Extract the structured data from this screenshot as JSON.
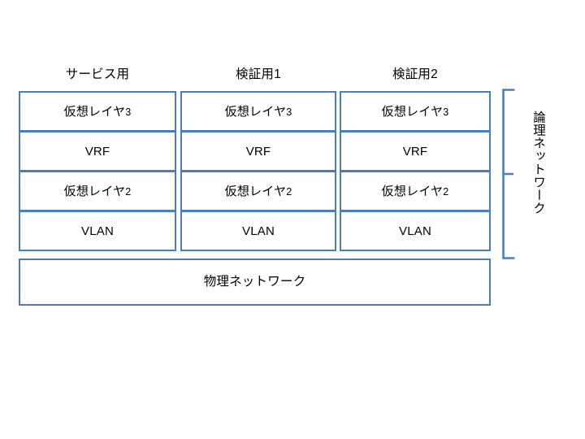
{
  "diagram": {
    "title": "Network virtualization layer stack",
    "background_color": "#FFFFFF",
    "border_color": "#4A7EBB",
    "text_color": "#000000",
    "columns": [
      {
        "id": "service",
        "header": "サービス用",
        "layers": [
          {
            "label": "仮想レイヤ3",
            "base": "仮想レイヤ",
            "num": "3"
          },
          {
            "label": "VRF",
            "base": "VRF",
            "num": ""
          },
          {
            "label": "仮想レイヤ2",
            "base": "仮想レイヤ",
            "num": "2"
          },
          {
            "label": "VLAN",
            "base": "VLAN",
            "num": ""
          }
        ]
      },
      {
        "id": "verify1",
        "header": "検証用1",
        "layers": [
          {
            "label": "仮想レイヤ3",
            "base": "仮想レイヤ",
            "num": "3"
          },
          {
            "label": "VRF",
            "base": "VRF",
            "num": ""
          },
          {
            "label": "仮想レイヤ2",
            "base": "仮想レイヤ",
            "num": "2"
          },
          {
            "label": "VLAN",
            "base": "VLAN",
            "num": ""
          }
        ]
      },
      {
        "id": "verify2",
        "header": "検証用2",
        "layers": [
          {
            "label": "仮想レイヤ3",
            "base": "仮想レイヤ",
            "num": "3"
          },
          {
            "label": "VRF",
            "base": "VRF",
            "num": ""
          },
          {
            "label": "仮想レイヤ2",
            "base": "仮想レイヤ",
            "num": "2"
          },
          {
            "label": "VLAN",
            "base": "VLAN",
            "num": ""
          }
        ]
      }
    ],
    "physical_network": {
      "label": "物理ネットワーク"
    },
    "brace_label": {
      "label": "論理ネットワーク",
      "orientation": "vertical"
    }
  }
}
